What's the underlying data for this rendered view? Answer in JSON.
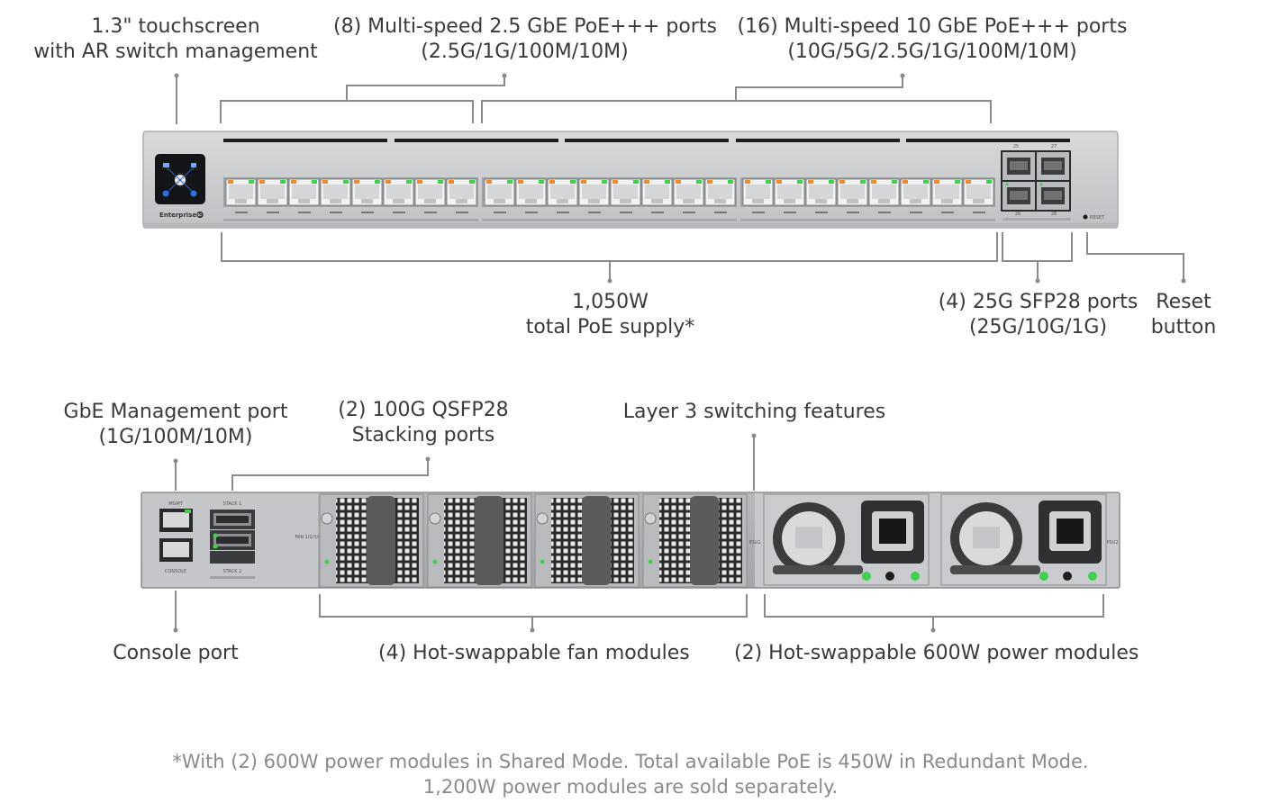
{
  "callouts": {
    "touchscreen": [
      "1.3\" touchscreen",
      "with AR switch management"
    ],
    "ports_25": [
      "(8) Multi-speed 2.5 GbE PoE+++ ports",
      "(2.5G/1G/100M/10M)"
    ],
    "ports_10": [
      "(16) Multi-speed 10 GbE PoE+++ ports",
      "(10G/5G/2.5G/1G/100M/10M)"
    ],
    "poe_supply": [
      "1,050W",
      "total PoE supply*"
    ],
    "sfp28": [
      "(4) 25G SFP28 ports",
      "(25G/10G/1G)"
    ],
    "reset": [
      "Reset",
      "button"
    ],
    "mgmt": [
      "GbE Management port",
      "(1G/100M/10M)"
    ],
    "qsfp": [
      "(2) 100G QSFP28",
      "Stacking ports"
    ],
    "layer3": [
      "Layer 3 switching features"
    ],
    "console": [
      "Console port"
    ],
    "fans": [
      "(4) Hot-swappable fan modules"
    ],
    "psu": [
      "(2) Hot-swappable 600W power modules"
    ]
  },
  "footnote": [
    "*With (2) 600W power modules in Shared Mode. Total available PoE is 450W in Redundant Mode.",
    "1,200W power modules are sold separately."
  ],
  "device": {
    "brand": "Enterprise S",
    "reset_label": "RESET",
    "sfp_top": [
      "25",
      "27"
    ],
    "sfp_bottom": [
      "26",
      "28"
    ],
    "mgmt_label": "MGMT",
    "console_label": "CONSOLE",
    "stack1_label": "STACK 1",
    "stack2_label": "STACK 2",
    "fan_label": "FAN 1/2/3/4",
    "psu1_label": "PSU1",
    "psu2_label": "PSU2"
  },
  "colors": {
    "chassis": "#c9cacc",
    "chassis_dark": "#a7a9ac",
    "port_green": "#3fd14b",
    "port_orange": "#f08a2a",
    "line": "#8a8a8a"
  }
}
